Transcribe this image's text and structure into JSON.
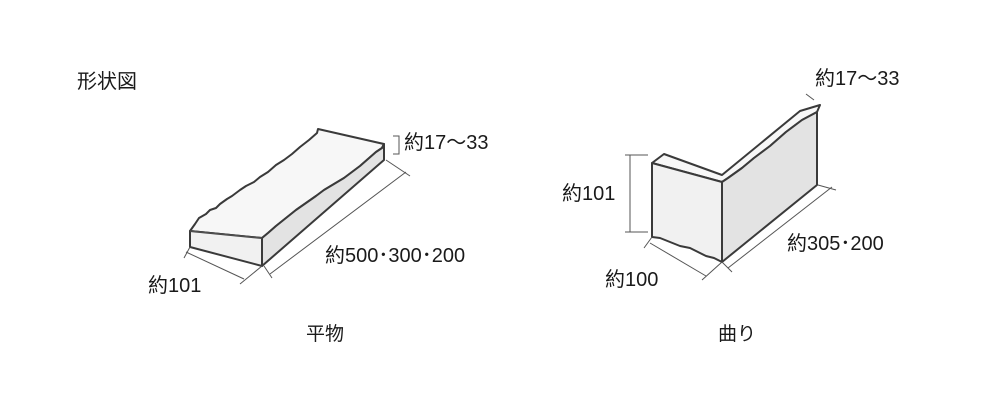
{
  "title": "形状図",
  "flat": {
    "caption": "平物",
    "thickness_label": "約17～33",
    "length_label": "約500･300･200",
    "width_label": "約101"
  },
  "corner": {
    "caption": "曲り",
    "thickness_label": "約17～33",
    "height_label": "約101",
    "length_label": "約305･200",
    "short_label": "約100"
  },
  "colors": {
    "face_top": "#f7f7f7",
    "face_side": "#e3e3e3",
    "face_front": "#f1f1f1",
    "outline": "#3a3a3a"
  }
}
